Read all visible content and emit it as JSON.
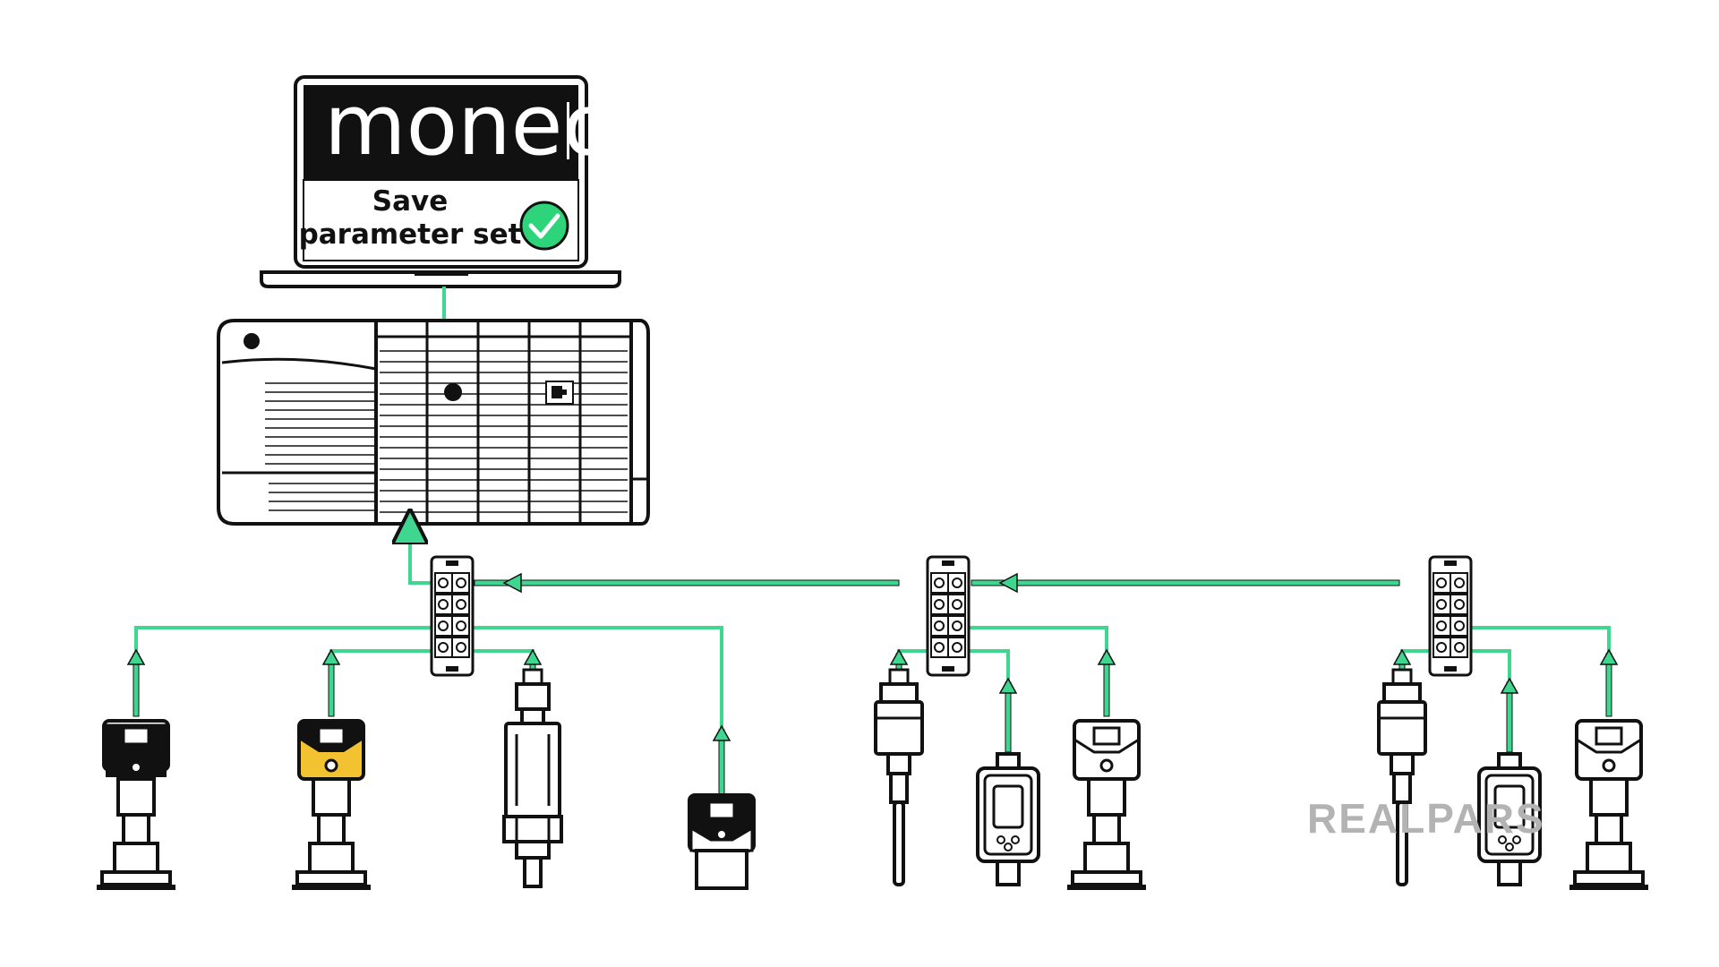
{
  "laptop": {
    "app_name": "moneo",
    "message_line1": "Save",
    "message_line2": "parameter set",
    "status_icon": "check-circle-icon"
  },
  "branding": {
    "watermark": "REALPARS"
  },
  "colors": {
    "link": "#3fd68f",
    "outline": "#111111",
    "screen_header": "#111111",
    "check": "#2ed47a",
    "yellow_accent": "#f3c230",
    "watermark": "#b3b3b3"
  }
}
